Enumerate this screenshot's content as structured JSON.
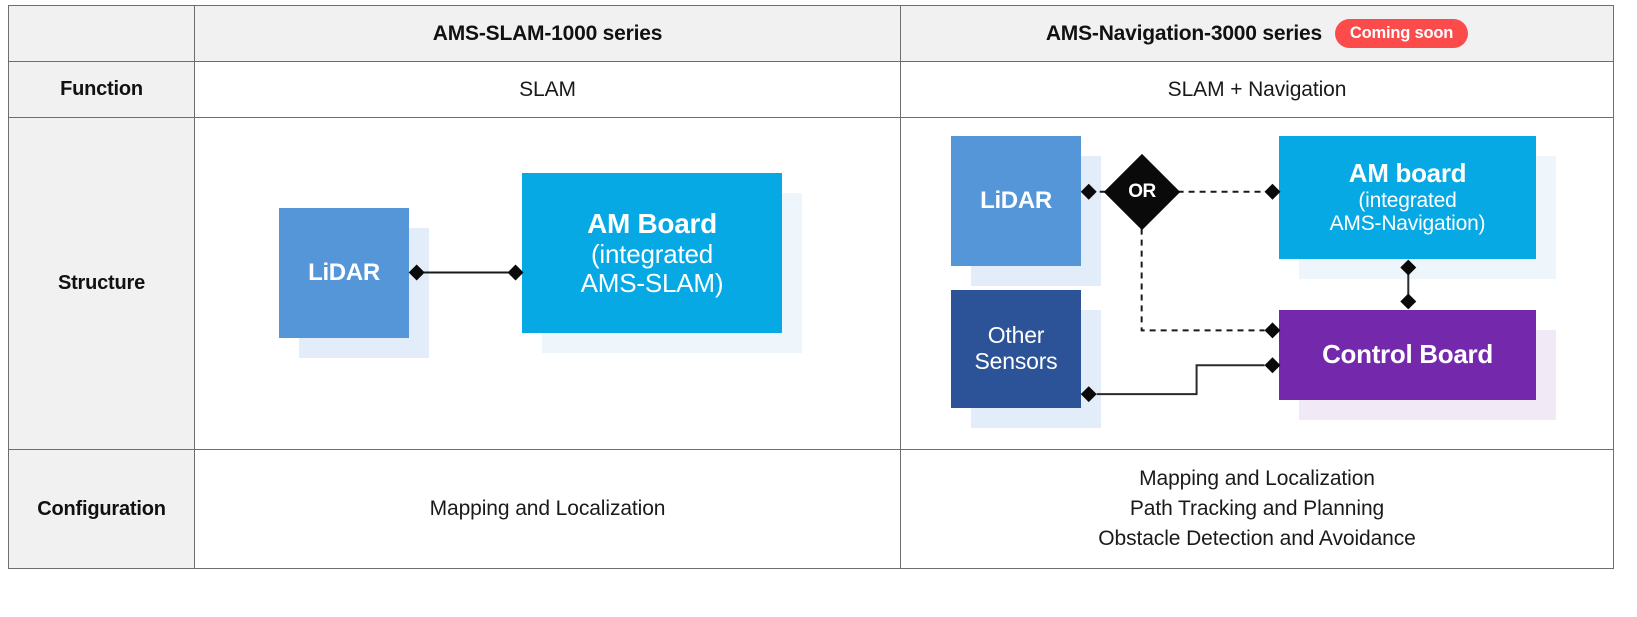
{
  "table": {
    "columns": [
      {
        "key": "label",
        "header": ""
      },
      {
        "key": "slam",
        "header": "AMS-SLAM-1000 series"
      },
      {
        "key": "nav",
        "header": "AMS-Navigation-3000 series",
        "badge": "Coming soon"
      }
    ],
    "rows": [
      {
        "label": "Function",
        "slam": "SLAM",
        "nav": "SLAM + Navigation"
      },
      {
        "label": "Structure",
        "slam": "diagram-slam",
        "nav": "diagram-navigation"
      },
      {
        "label": "Configuration",
        "slam_lines": [
          "Mapping and Localization"
        ],
        "nav_lines": [
          "Mapping and Localization",
          "Path Tracking and Planning",
          "Obstacle Detection and Avoidance"
        ]
      }
    ]
  },
  "diagram_slam": {
    "nodes": [
      {
        "id": "lidar",
        "title": "LiDAR",
        "sub": "",
        "color": "#5596d8",
        "shadow": "#e2edf9"
      },
      {
        "id": "am_board",
        "title": "AM Board",
        "sub_line1": "(integrated",
        "sub_line2": "AMS-SLAM)",
        "color": "#06a9e3",
        "shadow": "#eef6fc"
      }
    ],
    "connections": [
      {
        "from": "lidar",
        "to": "am_board",
        "style": "solid",
        "endpoints": "diamond"
      }
    ]
  },
  "diagram_navigation": {
    "nodes": [
      {
        "id": "lidar",
        "title": "LiDAR",
        "sub": "",
        "color": "#5596d8",
        "shadow": "#e2edf9"
      },
      {
        "id": "other_sensors",
        "title": "Other",
        "sub": "Sensors",
        "color": "#2c5397",
        "shadow": "#e2edf9"
      },
      {
        "id": "am_board",
        "title": "AM board",
        "sub_line1": "(integrated",
        "sub_line2": "AMS-Navigation)",
        "color": "#06a9e3",
        "shadow": "#eef6fc"
      },
      {
        "id": "control_board",
        "title": "Control Board",
        "sub": "",
        "color": "#7428ac",
        "shadow": "#f1eaf6"
      }
    ],
    "or_gate": {
      "label": "OR",
      "color": "#0a0a0a"
    },
    "connections": [
      {
        "from": "lidar",
        "to": "or_gate",
        "style": "dashed",
        "endpoints": "diamond"
      },
      {
        "from": "or_gate",
        "to": "am_board",
        "style": "dashed",
        "endpoints": "diamond"
      },
      {
        "from": "or_gate",
        "to": "control_board",
        "style": "dashed",
        "endpoints": "diamond"
      },
      {
        "from": "other_sensors",
        "to": "control_board",
        "style": "solid",
        "endpoints": "diamond"
      },
      {
        "from": "am_board",
        "to": "control_board",
        "style": "solid",
        "endpoints": "diamond"
      }
    ]
  },
  "colors": {
    "badge_red": "#fb4b4b",
    "header_bg": "#f1f1f1",
    "border": "#6e6e6e",
    "lidar_blue": "#5596d8",
    "am_board_cyan": "#06a9e3",
    "other_sensors_navy": "#2c5397",
    "control_board_purple": "#7428ac",
    "shadow_blue": "#e2edf9",
    "shadow_cyan": "#eef6fc",
    "shadow_purple": "#f1eaf6"
  }
}
